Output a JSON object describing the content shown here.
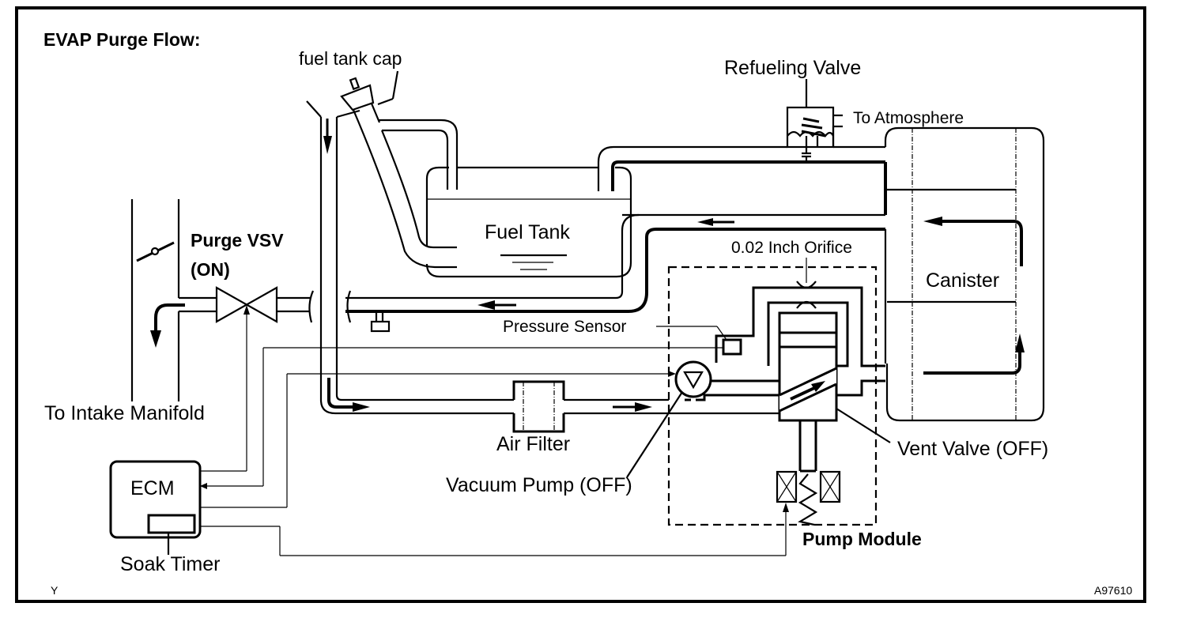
{
  "diagram": {
    "title": "EVAP Purge Flow:",
    "figure_id": "A97610",
    "corner_mark": "Y",
    "labels": {
      "fuel_tank_cap": "fuel tank cap",
      "refueling_valve": "Refueling Valve",
      "to_atmosphere": "To Atmosphere",
      "fuel_tank": "Fuel Tank",
      "purge_vsv_line1": "Purge VSV",
      "purge_vsv_line2": "(ON)",
      "orifice": "0.02 Inch Orifice",
      "canister": "Canister",
      "pressure_sensor": "Pressure Sensor",
      "to_intake_manifold": "To Intake Manifold",
      "air_filter": "Air Filter",
      "vacuum_pump": "Vacuum Pump (OFF)",
      "vent_valve": "Vent Valve (OFF)",
      "ecm": "ECM",
      "soak_timer": "Soak Timer",
      "pump_module": "Pump Module"
    },
    "states": {
      "purge_vsv": "ON",
      "vacuum_pump": "OFF",
      "vent_valve": "OFF"
    }
  }
}
